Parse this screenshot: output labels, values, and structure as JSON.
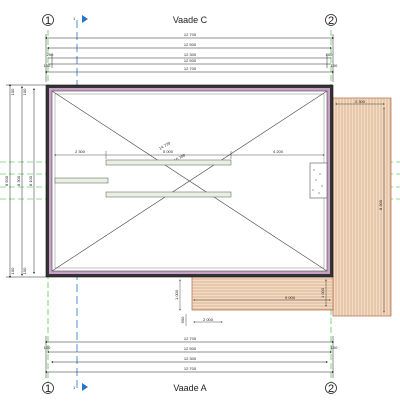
{
  "views": {
    "top": "Vaade C",
    "bottom": "Vaade A"
  },
  "grid": {
    "left": "1",
    "right": "2",
    "section": "1"
  },
  "dims_top": {
    "d1": "12 700",
    "d2": "12 500",
    "d3_left": "200",
    "d3_mid": "12 300",
    "d3_right": "200",
    "d4_left": "100",
    "d4_mid": "12 500",
    "d4_right": "100",
    "d5": "12 700"
  },
  "dims_bottom": {
    "d1": "12 700",
    "d2_left": "100",
    "d2_mid": "12 500",
    "d2_right": "100",
    "d3": "12 300",
    "d4": "12 700"
  },
  "dims_left": {
    "outer": "8 500",
    "mid": "8 300",
    "inner": "8 100",
    "e1": "100",
    "e2": "100",
    "e3": "100",
    "e4": "100"
  },
  "dims_interior": {
    "left": "2 300",
    "mid": "5 000",
    "right": "4 200",
    "diag": "14 770",
    "diag2": "15 700"
  },
  "dims_terrace": {
    "top": "2 300",
    "height": "8 300",
    "bottom": "5 000",
    "side": "1 000",
    "front": "2 000",
    "small": "900"
  },
  "colors": {
    "wall_outer": "#333333",
    "wall_fill": "#c8a0c8",
    "deck": "#c98a5a",
    "grid": "#2277cc",
    "green": "#22bb22"
  }
}
